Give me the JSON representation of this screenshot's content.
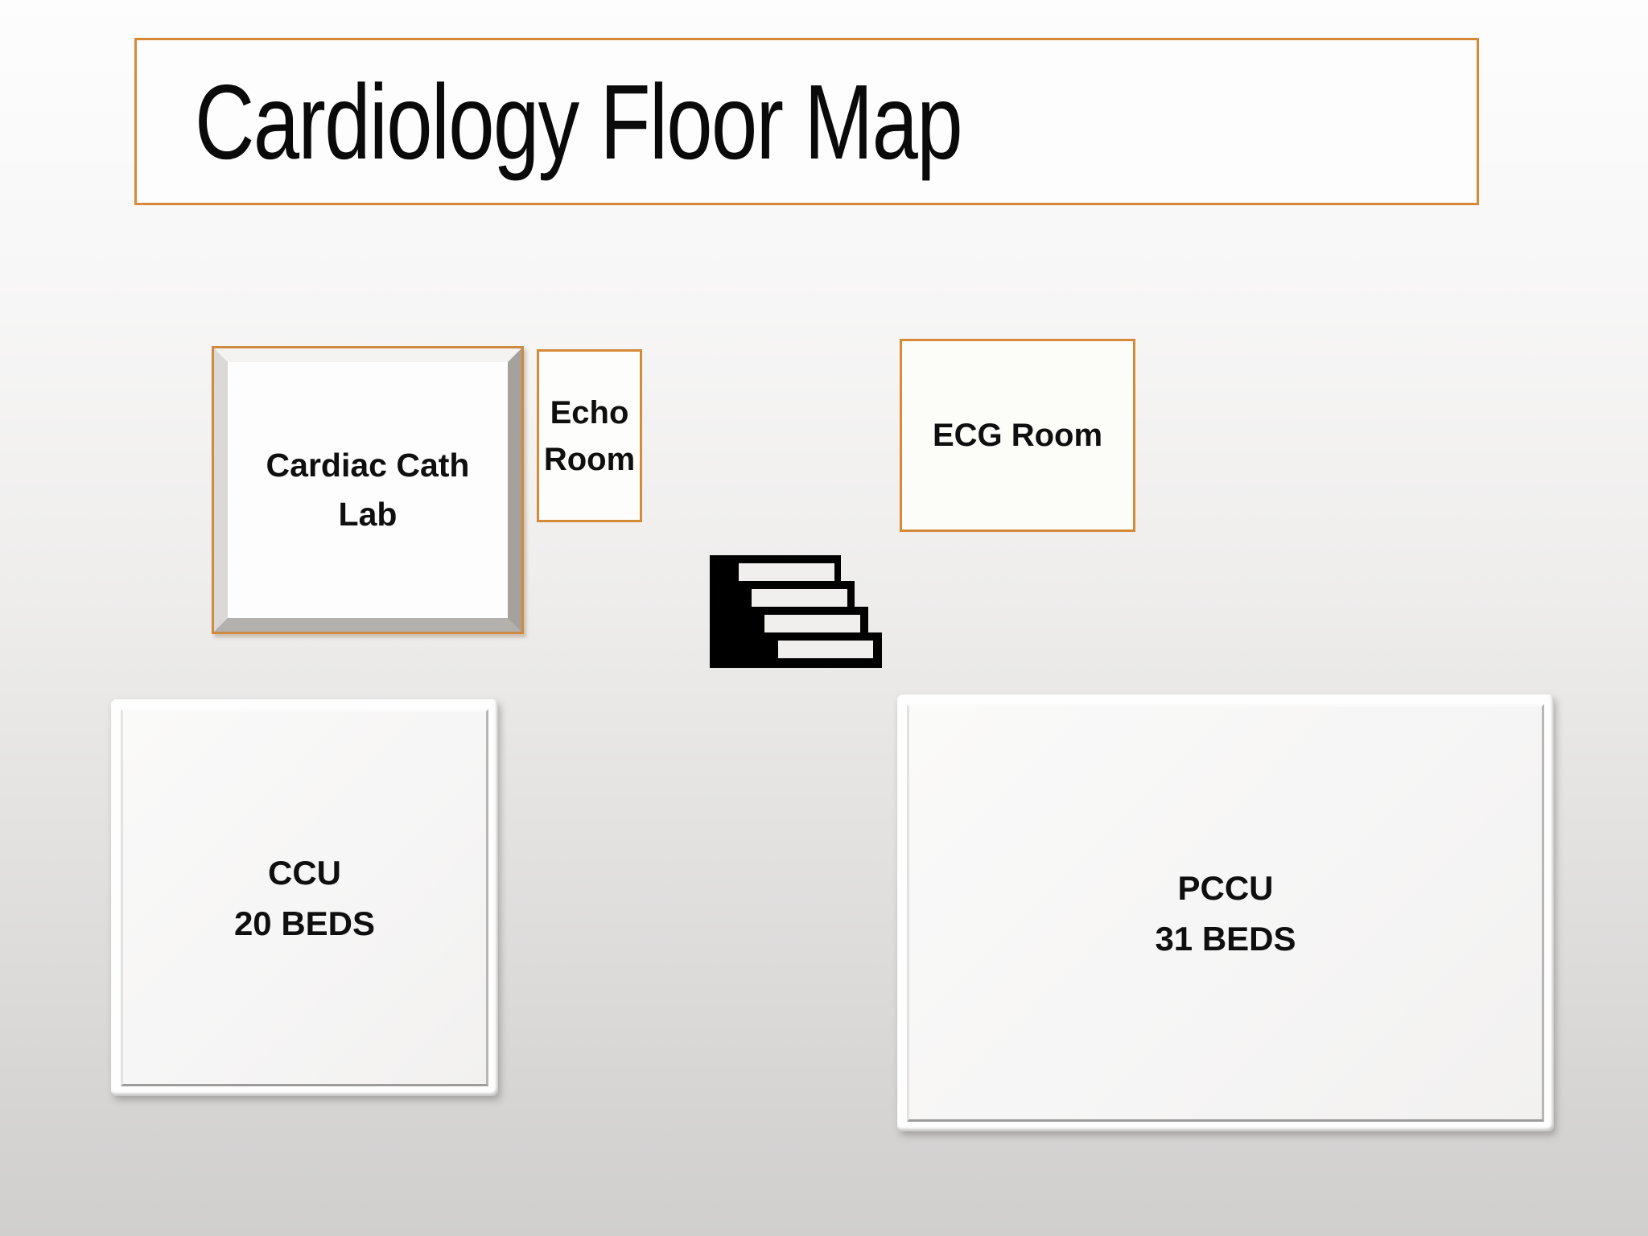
{
  "slide": {
    "title": "Cardiology Floor Map"
  },
  "accent": {
    "border_color": "#D68A38",
    "stairs_color": "#000000"
  },
  "rooms": {
    "cardiac_cath_lab": {
      "line1": "Cardiac Cath",
      "line2": "Lab"
    },
    "echo_room": {
      "line1": "Echo",
      "line2": "Room"
    },
    "ecg_room": {
      "line1": "ECG Room"
    },
    "ccu": {
      "line1": "CCU",
      "line2": "20 BEDS"
    },
    "pccu": {
      "line1": "PCCU",
      "line2": "31 BEDS"
    }
  },
  "icons": {
    "stairs": "stairs-icon"
  }
}
